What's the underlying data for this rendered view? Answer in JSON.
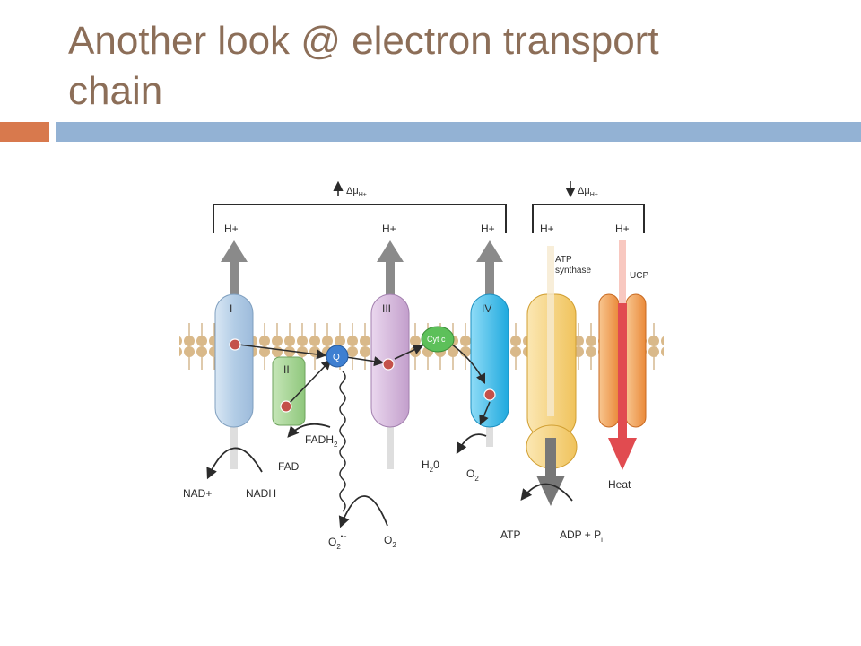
{
  "slide": {
    "title_line1": "Another look @ electron transport",
    "title_line2": "chain"
  },
  "colors": {
    "title": "#8c6e58",
    "accent_orange": "#d8794d",
    "accent_blue": "#93b2d4",
    "membrane": "#d9b98a",
    "complex_I": "#bcd4ea",
    "complex_II": "#a8d59a",
    "complex_III": "#d3b6da",
    "complex_IV": "#4fc3ef",
    "atp_synthase": "#f6d37e",
    "ucp": "#f1a55b",
    "heat_arrow": "#e14b50"
  },
  "diagram": {
    "gradient_up_label": "Δμ",
    "gradient_up_sub": "H+",
    "gradient_down_label": "Δμ",
    "gradient_down_sub": "H+",
    "protons": [
      "H+",
      "H+",
      "H+",
      "H+",
      "H+"
    ],
    "complexes": {
      "I": "I",
      "II": "II",
      "III": "III",
      "IV": "IV",
      "atp_synthase": [
        "ATP",
        "synthase"
      ],
      "ucp": "UCP"
    },
    "carriers": {
      "q": "Q",
      "cyt_c": "Cyt c"
    },
    "substrates": {
      "nad": "NAD+",
      "nadh": "NADH",
      "fadh2": "FADH",
      "fadh2_sub": "2",
      "fad": "FAD",
      "h2o": "H",
      "h2o_sub": "2",
      "h2o_tail": "0",
      "o2_right": "O",
      "o2_right_sub": "2",
      "superoxide": "O",
      "superoxide_sub": "2",
      "superoxide_sup": "•−",
      "o2_bottom": "O",
      "o2_bottom_sub": "2",
      "atp": "ATP",
      "adp_pi": "ADP + P",
      "adp_pi_sub": "i",
      "heat": "Heat"
    }
  }
}
